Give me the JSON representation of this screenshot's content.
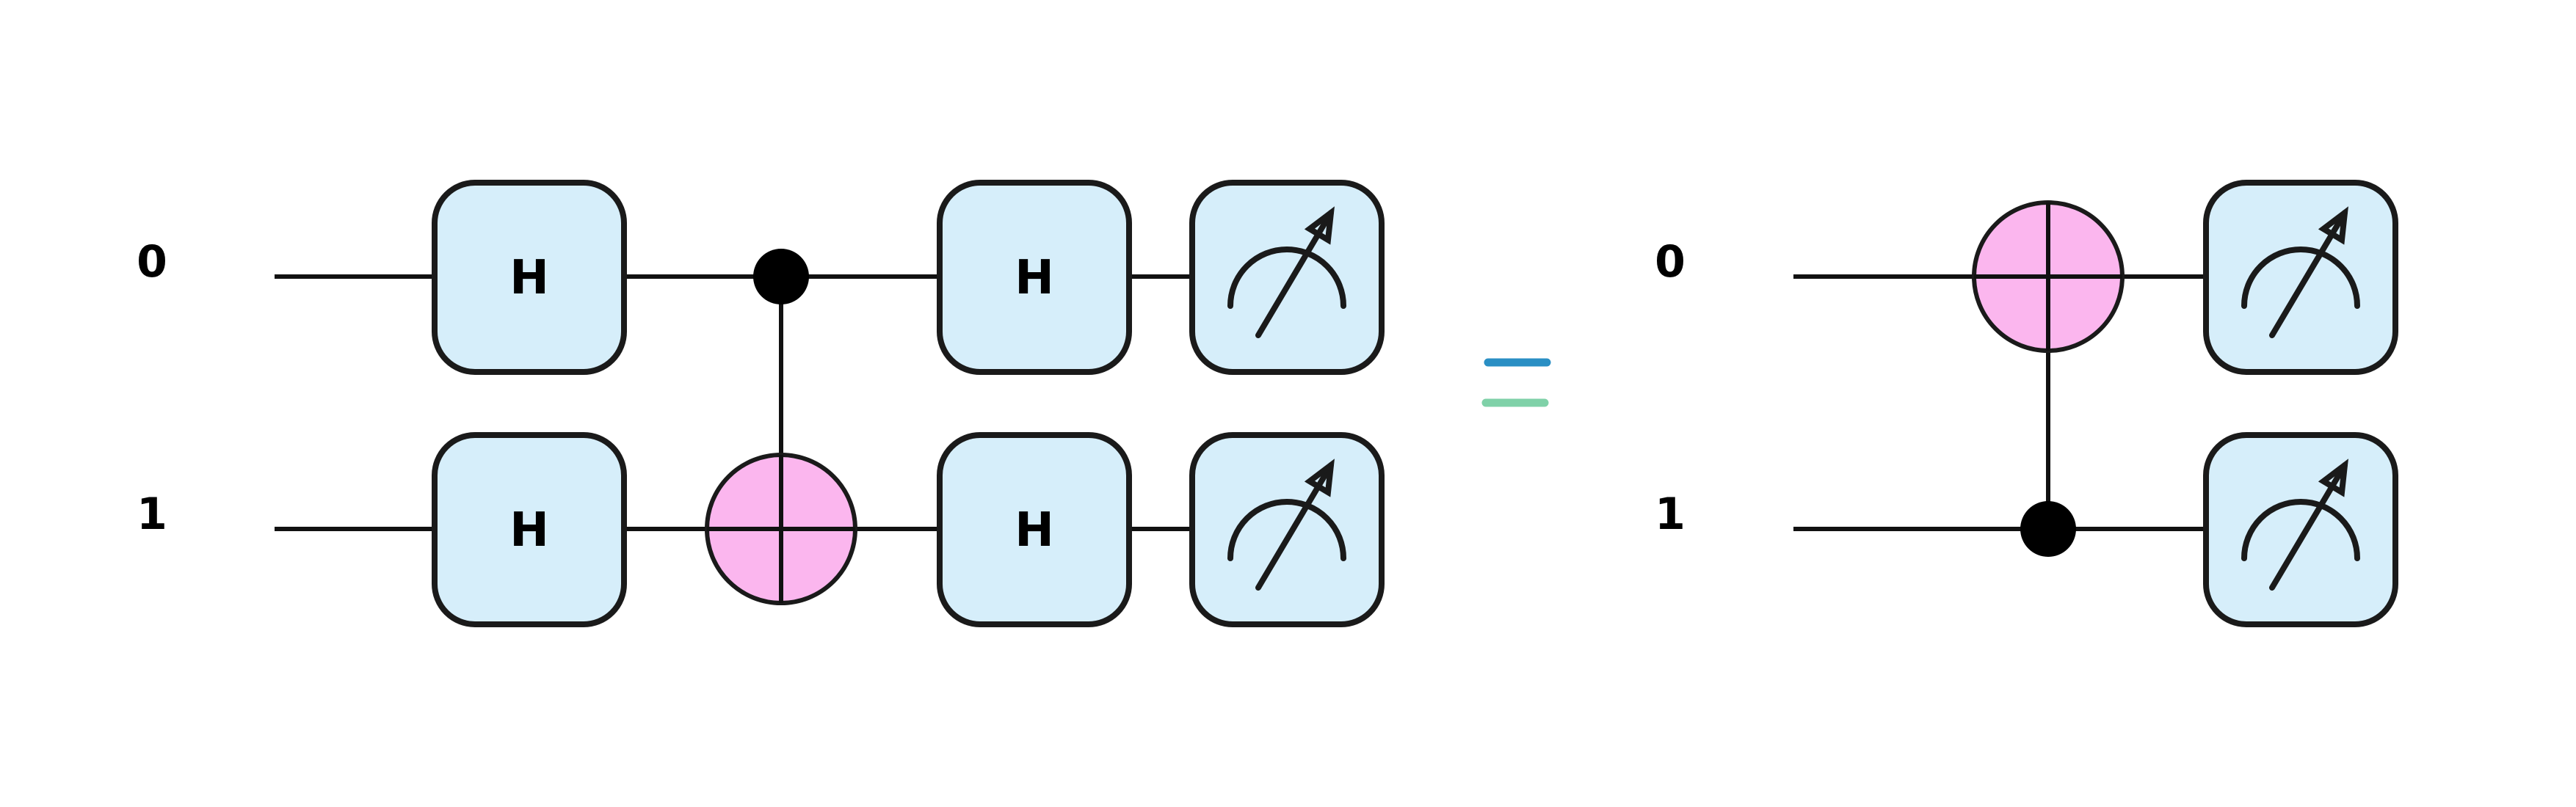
{
  "circuit_left": {
    "qubits": [
      "0",
      "1"
    ],
    "gates": [
      {
        "type": "H",
        "label": "H",
        "qubit": 0,
        "step": 1
      },
      {
        "type": "H",
        "label": "H",
        "qubit": 1,
        "step": 1
      },
      {
        "type": "CNOT",
        "control": 0,
        "target": 1,
        "step": 2
      },
      {
        "type": "H",
        "label": "H",
        "qubit": 0,
        "step": 3
      },
      {
        "type": "H",
        "label": "H",
        "qubit": 1,
        "step": 3
      },
      {
        "type": "measure",
        "qubit": 0,
        "step": 4
      },
      {
        "type": "measure",
        "qubit": 1,
        "step": 4
      }
    ]
  },
  "equals_symbol": "=",
  "circuit_right": {
    "qubits": [
      "0",
      "1"
    ],
    "gates": [
      {
        "type": "CNOT",
        "control": 1,
        "target": 0,
        "step": 1
      },
      {
        "type": "measure",
        "qubit": 0,
        "step": 2
      },
      {
        "type": "measure",
        "qubit": 1,
        "step": 2
      }
    ]
  },
  "colors": {
    "gate_fill": "#d6eefa",
    "target_fill": "#fbb6ee",
    "equals_top": "#2a8fc4",
    "equals_bottom": "#7fd1a8",
    "stroke": "#1a1a1a"
  },
  "icons": {
    "measurement": "meter-icon",
    "target": "cnot-target-icon",
    "control": "cnot-control-dot-icon"
  }
}
